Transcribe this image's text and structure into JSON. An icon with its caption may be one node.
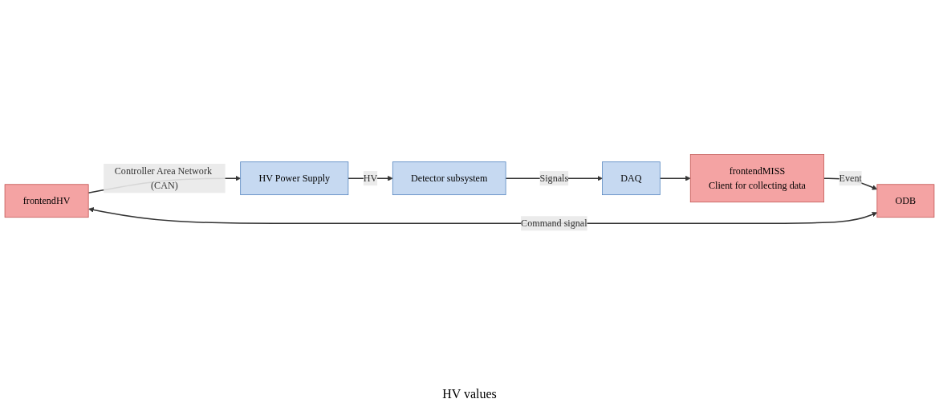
{
  "diagram": {
    "nodes": [
      {
        "text": [
          "HV Power Supply"
        ]
      },
      {
        "text": [
          "Detector subsystem"
        ]
      },
      {
        "text": [
          "DAQ"
        ]
      },
      {
        "text": [
          "frontendHV"
        ]
      },
      {
        "text": [
          "ODB"
        ]
      },
      {
        "text": [
          "frontendMISS",
          "Client for collecting data"
        ]
      }
    ],
    "edges": [
      {
        "from": 0,
        "to": 1,
        "arrow": "to",
        "label": "HV"
      },
      {
        "from": 1,
        "to": 2,
        "arrow": "to",
        "label": "Signals"
      },
      {
        "from": 2,
        "to": 5,
        "arrow": "to"
      },
      {
        "from": 5,
        "to": 4,
        "arrow": "to",
        "label": "Event"
      },
      {
        "from": 3,
        "to": 4,
        "arrow": "both",
        "label": "Command signal"
      },
      {
        "from": 3,
        "to": 0,
        "arrow": "to",
        "label": "Controller Area Network (CAN)"
      }
    ],
    "labels": [
      "HV values"
    ]
  }
}
